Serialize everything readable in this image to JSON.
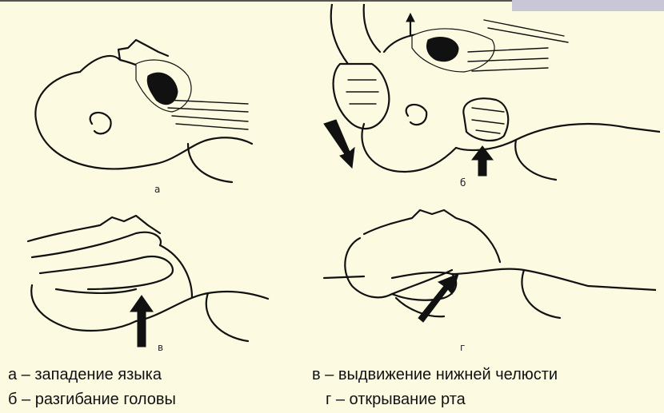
{
  "panels": {
    "a": {
      "letter": "а"
    },
    "b": {
      "letter": "б"
    },
    "v": {
      "letter": "в"
    },
    "g": {
      "letter": "г"
    }
  },
  "legend": {
    "a": "а – западение языка",
    "b": "б – разгибание головы",
    "v": "в – выдвижение нижней челюсти",
    "g": "г – открывание рта"
  }
}
